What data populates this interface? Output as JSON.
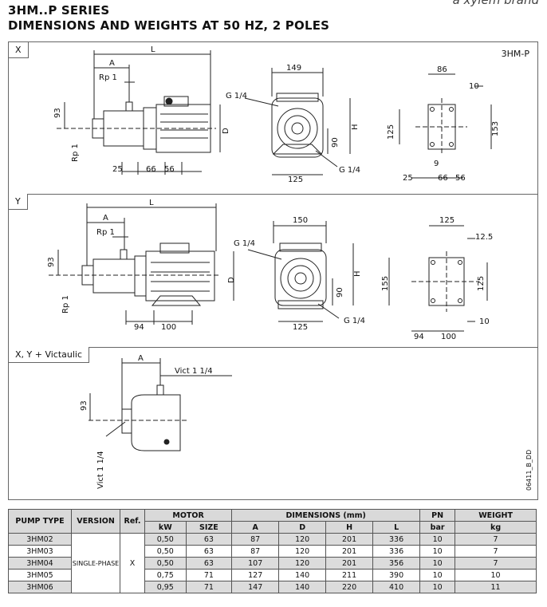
{
  "brand": "a xylem brand",
  "title": {
    "line1": "3HM..P SERIES",
    "line2": "DIMENSIONS AND WEIGHTS AT 50 HZ, 2 POLES"
  },
  "panels": {
    "x": {
      "tag": "X",
      "model": "3HM-P",
      "dims": {
        "L": "L",
        "A": "A",
        "Rp1_top": "Rp 1",
        "d93": "93",
        "Rp1_side": "Rp 1",
        "D": "D",
        "d25": "25",
        "d66": "66",
        "d56": "56",
        "d149": "149",
        "G14a": "G 1/4",
        "d90": "90",
        "H": "H",
        "d125": "125",
        "G14b": "G 1/4",
        "d86": "86",
        "d10": "10",
        "d125v": "125",
        "d153": "153",
        "d9": "9",
        "d25b": "25",
        "d66b": "66",
        "d56b": "56"
      }
    },
    "y": {
      "tag": "Y",
      "dims": {
        "L": "L",
        "A": "A",
        "Rp1_top": "Rp 1",
        "d93": "93",
        "Rp1_side": "Rp 1",
        "D": "D",
        "d94": "94",
        "d100": "100",
        "d150": "150",
        "G14a": "G 1/4",
        "d90": "90",
        "H": "H",
        "d125": "125",
        "G14b": "G 1/4",
        "d125t": "125",
        "d12_5": "12.5",
        "d155": "155",
        "d125v": "125",
        "d10": "10",
        "d94b": "94",
        "d100b": "100"
      }
    },
    "z": {
      "tag": "X, Y + Victaulic",
      "dims": {
        "A": "A",
        "vict_top": "Vict  1  1/4",
        "d93": "93",
        "vict_side": "Vict  1  1/4"
      },
      "code": "06411_B_DD"
    }
  },
  "table": {
    "headers": {
      "pump_type": "PUMP TYPE",
      "version": "VERSION",
      "ref": "Ref.",
      "motor": "MOTOR",
      "dimensions": "DIMENSIONS (mm)",
      "pn": "PN",
      "weight": "WEIGHT",
      "kw": "kW",
      "size": "SIZE",
      "a": "A",
      "d": "D",
      "h": "H",
      "l": "L",
      "bar": "bar",
      "kg": "kg"
    },
    "version_value": "SINGLE-PHASE",
    "ref_value": "X",
    "rows": [
      {
        "type": "3HM02",
        "kw": "0,50",
        "size": "63",
        "a": "87",
        "d": "120",
        "h": "201",
        "l": "336",
        "pn": "10",
        "kg": "7"
      },
      {
        "type": "3HM03",
        "kw": "0,50",
        "size": "63",
        "a": "87",
        "d": "120",
        "h": "201",
        "l": "336",
        "pn": "10",
        "kg": "7"
      },
      {
        "type": "3HM04",
        "kw": "0,50",
        "size": "63",
        "a": "107",
        "d": "120",
        "h": "201",
        "l": "356",
        "pn": "10",
        "kg": "7"
      },
      {
        "type": "3HM05",
        "kw": "0,75",
        "size": "71",
        "a": "127",
        "d": "140",
        "h": "211",
        "l": "390",
        "pn": "10",
        "kg": "10"
      },
      {
        "type": "3HM06",
        "kw": "0,95",
        "size": "71",
        "a": "147",
        "d": "140",
        "h": "220",
        "l": "410",
        "pn": "10",
        "kg": "11"
      }
    ]
  }
}
